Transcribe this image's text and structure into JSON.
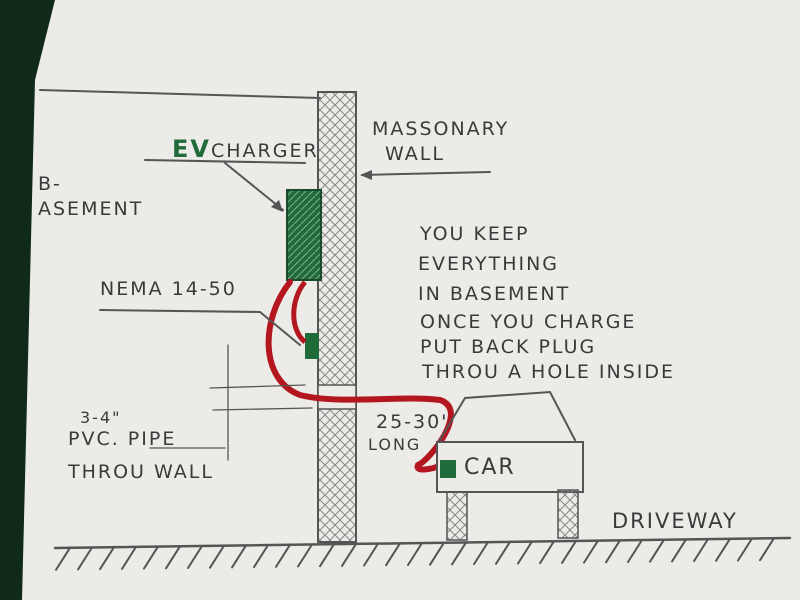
{
  "labels": {
    "ev_prefix": "EV",
    "ev_rest": "CHARGER",
    "basement_line1": "B-",
    "basement_line2": "ASEMENT",
    "massonary_line1": "MASSONARY",
    "massonary_line2": "WALL",
    "nema": "NEMA 14-50",
    "pipe_size": "3-4\"",
    "pipe_line1": "PVC. PIPE",
    "pipe_line2": "THROU WALL",
    "cable_length": "25-30'",
    "cable_long": "LONG",
    "car": "CAR",
    "driveway": "DRIVEWAY"
  },
  "note": [
    "YOU KEEP",
    "EVERYTHING",
    "IN BASEMENT",
    "ONCE YOU CHARGE",
    "PUT BACK PLUG",
    "THROU A HOLE INSIDE"
  ],
  "colors": {
    "background": "#0f2a18",
    "paper": "#ecebe8",
    "ink": "#3a3a3a",
    "charger_green": "#1f6b3a",
    "cable_red": "#b3161e"
  }
}
